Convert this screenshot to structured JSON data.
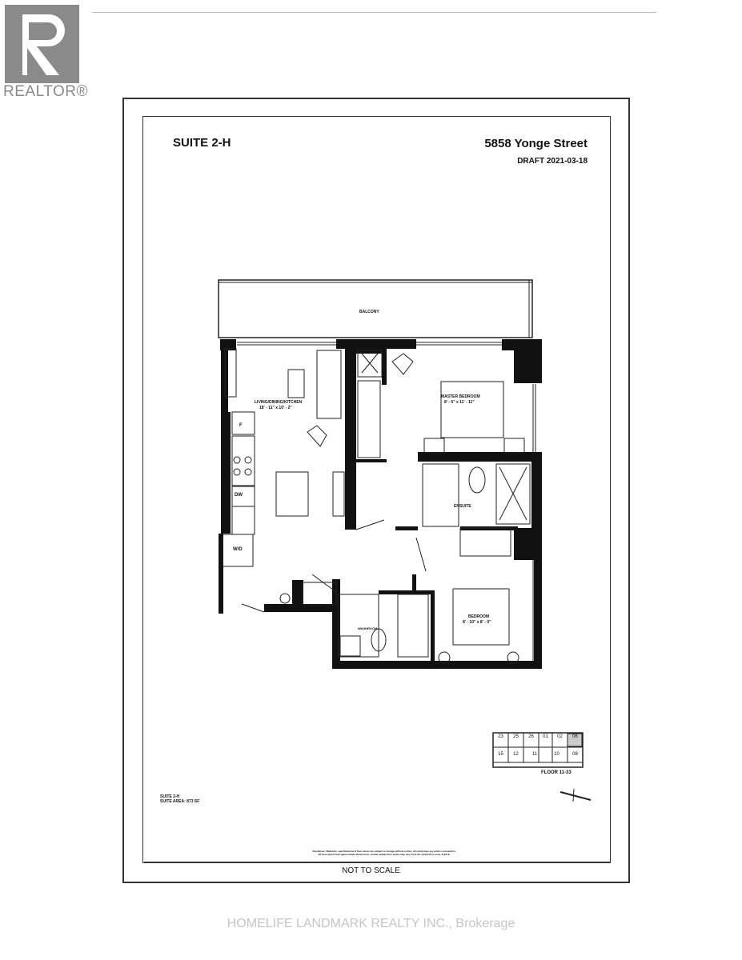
{
  "logo": {
    "text": "REALTOR®"
  },
  "plan": {
    "suite_title": "SUITE 2-H",
    "address": "5858 Yonge Street",
    "draft": "DRAFT 2021-03-18",
    "rooms": {
      "balcony": "BALCONY",
      "living_label": "LIVING/DINING/KITCHEN",
      "living_dims": "18' - 11\" x 10' - 2\"",
      "master_label": "MASTER BEDROOM",
      "master_dims": "8' - 6\" x 11' - 11\"",
      "ensuite": "ENSUITE",
      "bedroom_label": "BEDROOM",
      "bedroom_dims": "8' - 10\" x 8' - 0\"",
      "washroom": "WASHROOM",
      "fridge": "F",
      "dishwasher": "DW",
      "washer_dryer": "W/D"
    },
    "key_plan": {
      "top_units": [
        "23",
        "25",
        "26",
        "01",
        "02",
        "06"
      ],
      "bottom_units": [
        "15",
        "12",
        "11",
        "10",
        "08"
      ],
      "floor_label": "FLOOR 11-33"
    },
    "suite_info": [
      "SUITE 2-H",
      "SUITE AREA: 873 SF"
    ],
    "disclaimer": [
      "Disclaimer: Materials, specifications & floor plans are subject to change without notice. All renderings are artist's conception.",
      "All floor plans have approximate dimensions. Actual usable floor space may vary from the stated floor area. E.&O.E."
    ],
    "not_to_scale": "NOT TO SCALE"
  },
  "watermark": "HOMELIFE LANDMARK REALTY INC., Brokerage"
}
